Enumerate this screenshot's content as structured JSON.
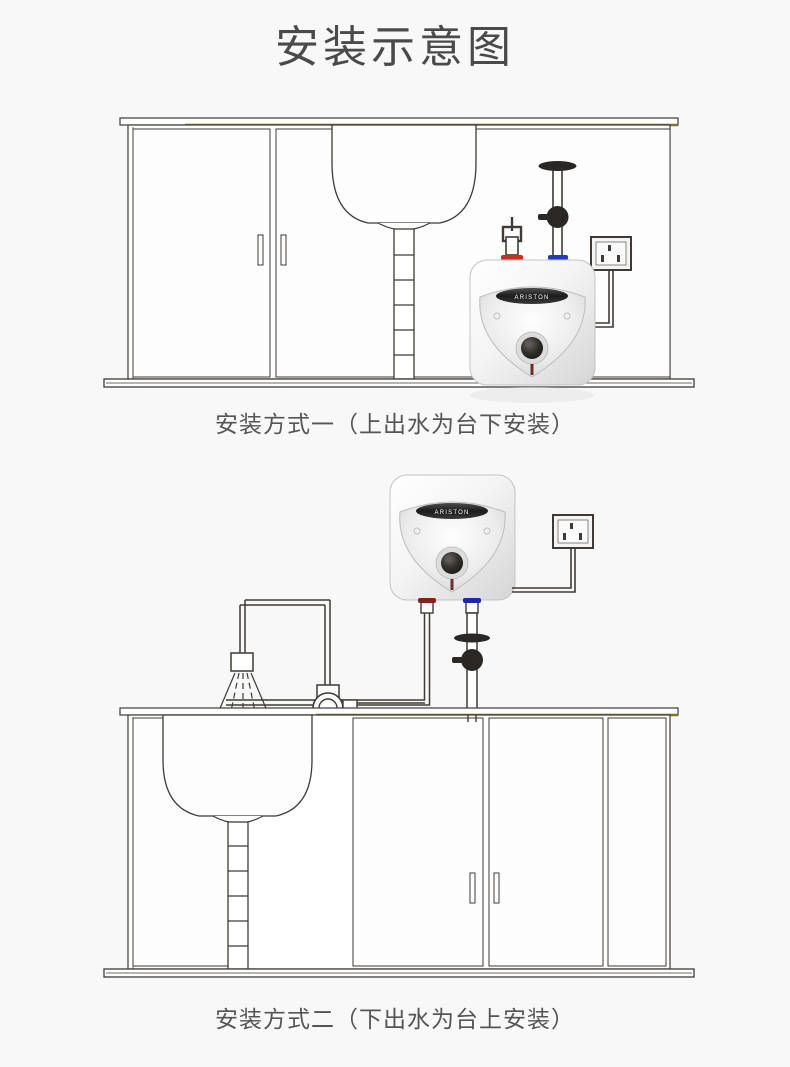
{
  "page": {
    "title": "安装示意图",
    "background_color": "#f8f8f8",
    "text_color": "#4a4a4a"
  },
  "colors": {
    "line": "#3f3a35",
    "line_light": "#6d6862",
    "countertop": "#7e7429",
    "hot_inlet": "#d42a1e",
    "cold_inlet": "#2238c8",
    "heater_body": "#f2f2f2",
    "heater_shade": "#c9c9c9",
    "knob": "#2b2724",
    "socket_fill": "#f4f4f4"
  },
  "diagrams": [
    {
      "id": "diagram-1",
      "caption": "安装方式一（上出水为台下安装）",
      "description": "上出水为台下安装",
      "parts": {
        "cabinet": "橱柜",
        "cabinet_doors": 2,
        "sink": "水槽",
        "drain_pipe": "排水管",
        "water_heater": "电热水器",
        "brand": "ARISTON",
        "hot_pipe": "热水出水管",
        "cold_pipe": "冷水进水管",
        "safety_valve": "安全阀",
        "shutoff_valve": "截止阀",
        "power_socket": "电源插座",
        "power_cord": "电源线",
        "countertop": "台面",
        "floor": "地面"
      }
    },
    {
      "id": "diagram-2",
      "caption": "安装方式二（下出水为台上安装）",
      "description": "下出水为台上安装",
      "parts": {
        "cabinet": "橱柜",
        "cabinet_doors": 2,
        "sink": "水槽",
        "drain_pipe": "排水管",
        "water_heater": "电热水器",
        "brand": "ARISTON",
        "faucet": "龙头",
        "spray_head": "花洒喷头",
        "mixer_valve": "混水阀",
        "hot_pipe": "热水出水管",
        "cold_pipe": "冷水进水管",
        "safety_valve": "安全阀",
        "shutoff_valve": "截止阀",
        "power_socket": "电源插座",
        "power_cord": "电源线",
        "countertop": "台面",
        "floor": "地面"
      }
    }
  ]
}
